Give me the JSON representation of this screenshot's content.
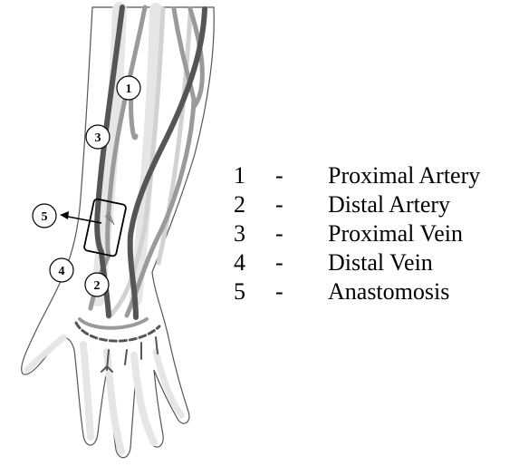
{
  "markers": [
    {
      "id": "1",
      "label": "1"
    },
    {
      "id": "2",
      "label": "2"
    },
    {
      "id": "3",
      "label": "3"
    },
    {
      "id": "4",
      "label": "4"
    },
    {
      "id": "5",
      "label": "5"
    }
  ],
  "legend": [
    {
      "number": "1",
      "separator": "-",
      "text": "Proximal Artery"
    },
    {
      "number": "2",
      "separator": "-",
      "text": "Distal Artery"
    },
    {
      "number": "3",
      "separator": "-",
      "text": "Proximal Vein"
    },
    {
      "number": "4",
      "separator": "-",
      "text": "Distal Vein"
    },
    {
      "number": "5",
      "separator": "-",
      "text": "Anastomosis"
    }
  ],
  "colors": {
    "skin_outline": "#555555",
    "bone": "#e6e6e6",
    "artery": "#555555",
    "vein": "#9a9a9a",
    "pale_vessel": "#d2d2d2"
  }
}
